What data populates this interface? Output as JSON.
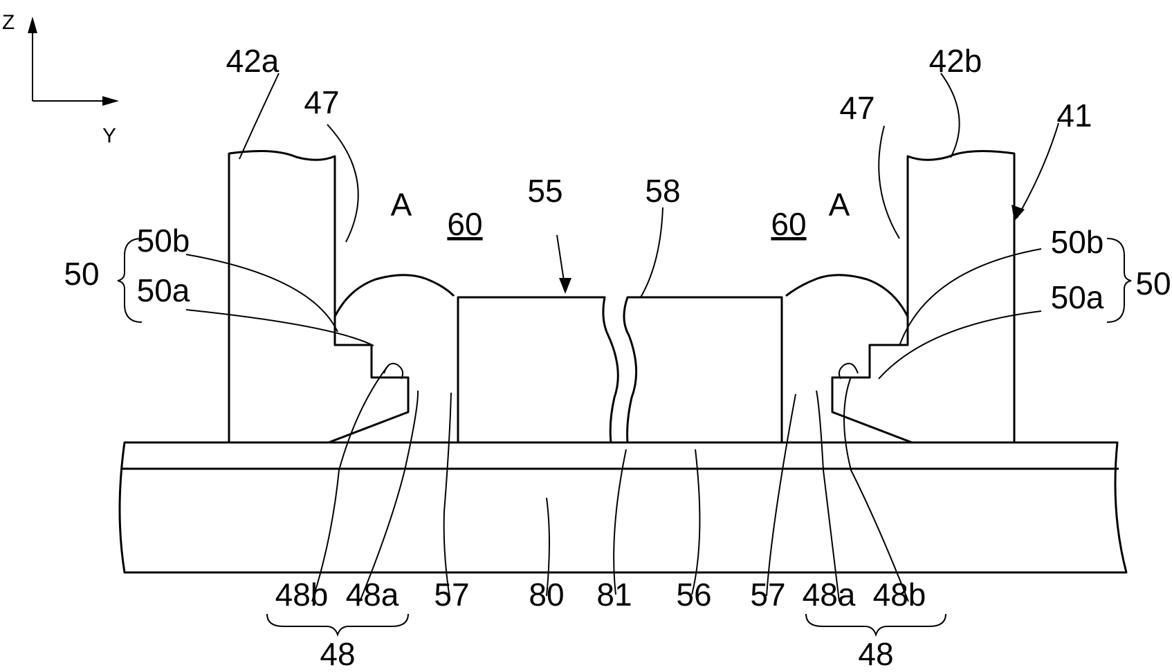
{
  "axes": {
    "z": "Z",
    "y": "Y"
  },
  "labels": {
    "wall_left": "42a",
    "wall_right": "42b",
    "housing": "41",
    "side_face_left": "47",
    "side_face_right": "47",
    "region_left": "A",
    "region_right": "A",
    "gap_left": "60",
    "gap_right": "60",
    "element": "55",
    "top_face": "58",
    "step_left": "50",
    "step_right": "50",
    "step_upper_left": "50b",
    "step_lower_left": "50a",
    "step_upper_right": "50b",
    "step_lower_right": "50a",
    "notch_left_b": "48b",
    "notch_left_a": "48a",
    "notch_right_a": "48a",
    "notch_right_b": "48b",
    "notch_group_left": "48",
    "notch_group_right": "48",
    "end_face_left": "57",
    "end_face_right": "57",
    "substrate": "80",
    "crack": "81",
    "bottom_face": "56"
  },
  "colors": {
    "ink": "#000000",
    "paper": "#ffffff"
  }
}
